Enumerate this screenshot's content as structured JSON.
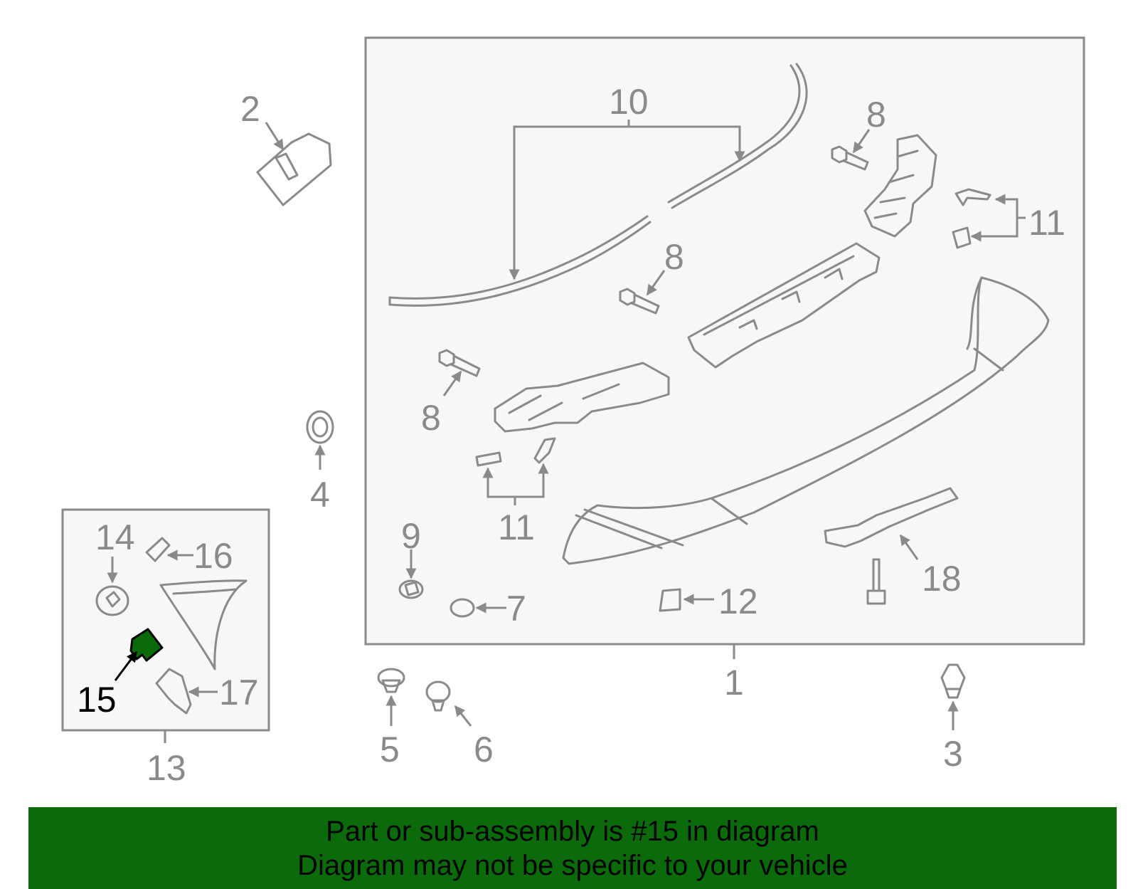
{
  "callouts": {
    "c1": "1",
    "c2": "2",
    "c3": "3",
    "c4": "4",
    "c5": "5",
    "c6": "6",
    "c7": "7",
    "c8": "8",
    "c9": "9",
    "c10": "10",
    "c11": "11",
    "c12": "12",
    "c13": "13",
    "c14": "14",
    "c15": "15",
    "c16": "16",
    "c17": "17",
    "c18": "18"
  },
  "highlight": {
    "part_number": "15",
    "color": "#0b6b0b"
  },
  "banner": {
    "line1": "Part or sub-assembly is #15 in diagram",
    "line2": "Diagram may not be specific to your vehicle",
    "color": "#0b6b0b"
  },
  "colors": {
    "line": "#8a8a8a",
    "panel_fill": "#f7f7f7",
    "highlight_label": "#000000"
  }
}
